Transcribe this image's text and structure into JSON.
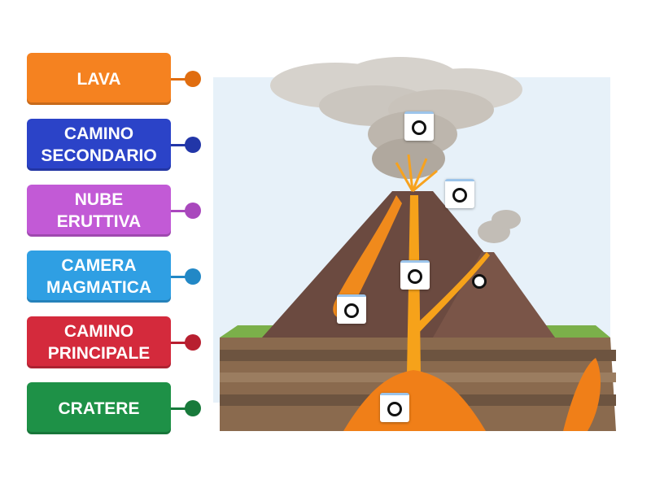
{
  "labels": [
    {
      "text": "LAVA",
      "color": "#f58220",
      "dark": "#e06d10"
    },
    {
      "text": "CAMINO\nSECONDARIO",
      "color": "#2b43c8",
      "dark": "#2236a8"
    },
    {
      "text": "NUBE\nERUTTIVA",
      "color": "#c25ad6",
      "dark": "#a948bd"
    },
    {
      "text": "CAMERA\nMAGMATICA",
      "color": "#2f9fe3",
      "dark": "#2288c6"
    },
    {
      "text": "CAMINO\nPRINCIPALE",
      "color": "#d42a3c",
      "dark": "#b81f30"
    },
    {
      "text": "CRATERE",
      "color": "#1e9147",
      "dark": "#187a3b"
    }
  ]
}
